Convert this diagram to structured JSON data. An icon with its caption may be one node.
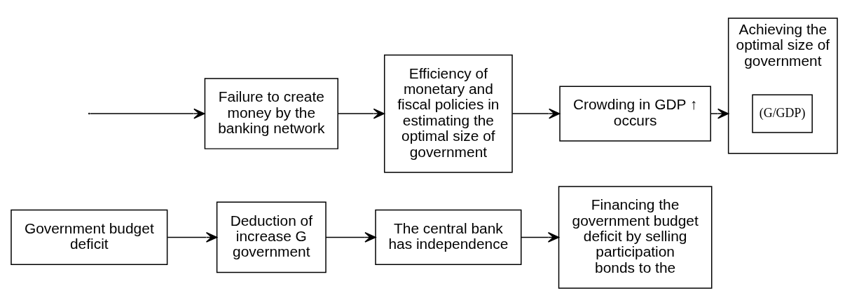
{
  "diagram": {
    "nodes": [
      {
        "text": [
          "Government budget deficit"
        ]
      },
      {
        "text": [
          "Deduction of increase G government"
        ]
      },
      {
        "text": [
          "The central bank has independence"
        ]
      },
      {
        "text": [
          "Financing the government budget deficit by selling participation bonds to the"
        ]
      },
      {
        "text": [
          "Failure to create money by the banking network"
        ]
      },
      {
        "text": [
          "Efficiency of monetary and fiscal policies in estimating the optimal size of government"
        ]
      },
      {
        "text": [
          "Crowding in GDP ↑ occurs"
        ]
      },
      {
        "text": [
          "Achieving the optimal size of government"
        ]
      },
      {
        "text": [
          "(G/GDP)"
        ],
        "in": 7
      }
    ],
    "edges": [
      {
        "from": 0,
        "to": 1,
        "arrow": "to"
      },
      {
        "from": 1,
        "to": 2,
        "arrow": "to"
      },
      {
        "from": 2,
        "to": 3,
        "arrow": "to"
      },
      {
        "from": null,
        "to": 4,
        "arrow": "to"
      },
      {
        "from": 4,
        "to": 5,
        "arrow": "to"
      },
      {
        "from": 5,
        "to": 6,
        "arrow": "to"
      },
      {
        "from": 6,
        "to": 7,
        "arrow": "to"
      }
    ]
  }
}
